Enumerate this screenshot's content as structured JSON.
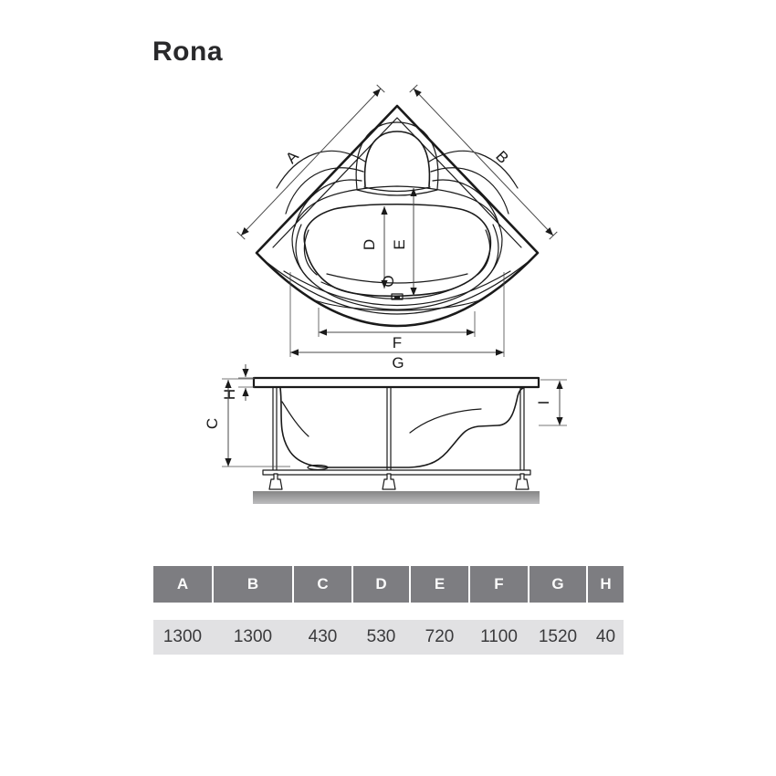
{
  "title": "Rona",
  "diagram": {
    "labels": {
      "A": "A",
      "B": "B",
      "C": "C",
      "D": "D",
      "E": "E",
      "F": "F",
      "G": "G",
      "H": "H",
      "I": "I",
      "O": "O"
    }
  },
  "table": {
    "headers": [
      "A",
      "B",
      "C",
      "D",
      "E",
      "F",
      "G",
      "H"
    ],
    "values": [
      "1300",
      "1300",
      "430",
      "530",
      "720",
      "1100",
      "1520",
      "40"
    ]
  },
  "colors": {
    "title": "#29292b",
    "line": "#1a1a1a",
    "dim": "#4a4a4a",
    "header-bg": "#7d7d81",
    "header-text": "#fafafa",
    "value-bg": "#e1e1e3",
    "value-text": "#3a3a3c",
    "ground-top": "#858585",
    "ground-bottom": "#bdbdbf"
  }
}
